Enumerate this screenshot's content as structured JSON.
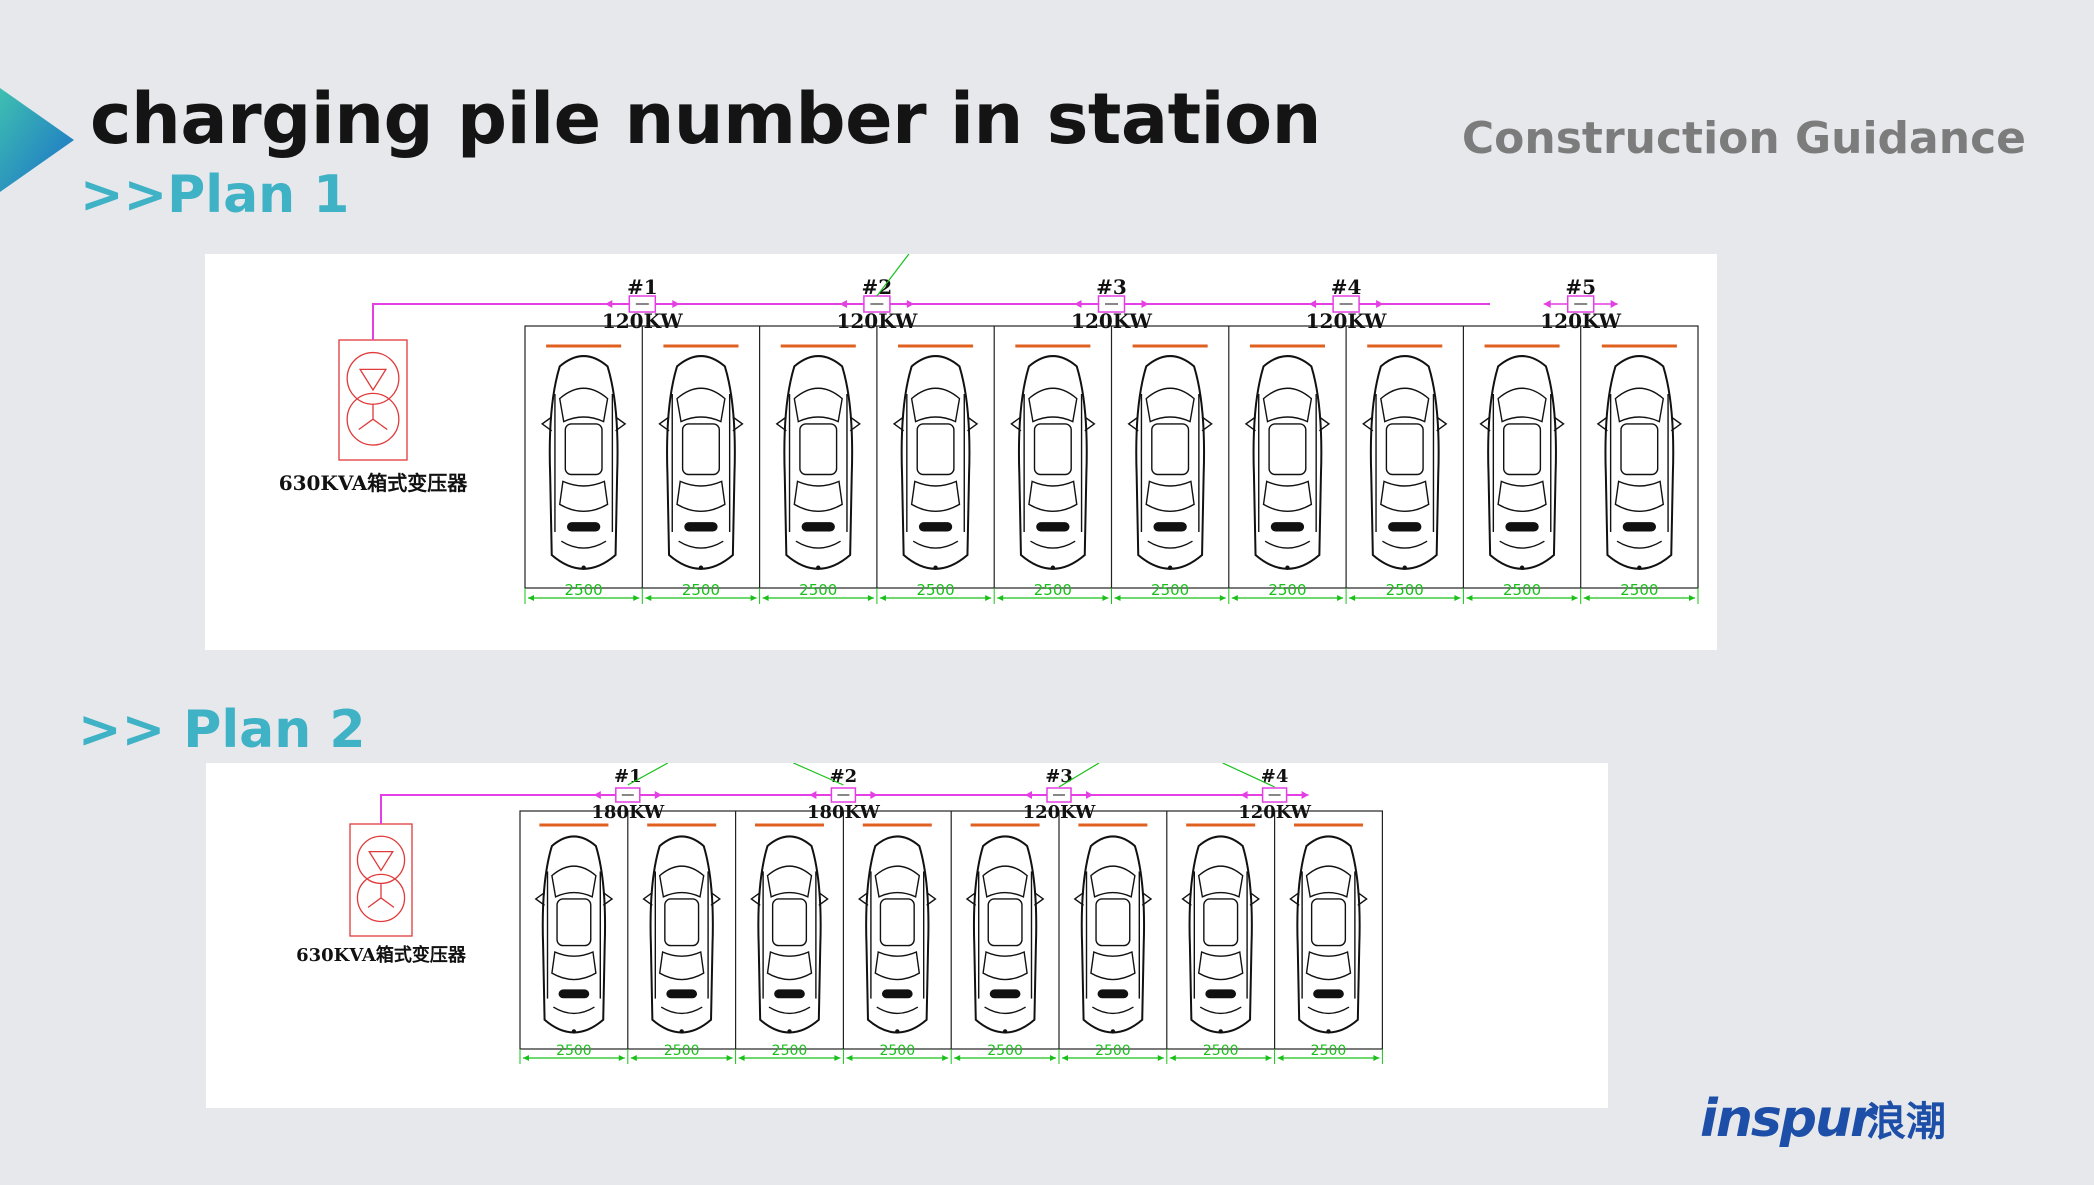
{
  "slide": {
    "title": "charging pile number in station",
    "subtitle": "Construction Guidance"
  },
  "colors": {
    "accent_teal": "#3fb2c6",
    "accent_blue": "#1a6fc9",
    "power_line": "#e43fe4",
    "dimension": "#19c019",
    "transformer": "#e03a3a",
    "car_marker": "#e06020",
    "logo": "#1d4fa8"
  },
  "plans": [
    {
      "label": ">>Plan 1",
      "transformer_label": "630KVA箱式变压器",
      "chargers": [
        {
          "id": "#1",
          "power": "120KW"
        },
        {
          "id": "#2",
          "power": "120KW"
        },
        {
          "id": "#3",
          "power": "120KW"
        },
        {
          "id": "#4",
          "power": "120KW"
        },
        {
          "id": "#5",
          "power": "120KW"
        }
      ],
      "spaces": [
        "2500",
        "2500",
        "2500",
        "2500",
        "2500",
        "2500",
        "2500",
        "2500",
        "2500",
        "2500"
      ]
    },
    {
      "label": ">> Plan 2",
      "transformer_label": "630KVA箱式变压器",
      "chargers": [
        {
          "id": "#1",
          "power": "180KW"
        },
        {
          "id": "#2",
          "power": "180KW"
        },
        {
          "id": "#3",
          "power": "120KW"
        },
        {
          "id": "#4",
          "power": "120KW"
        }
      ],
      "spaces": [
        "2500",
        "2500",
        "2500",
        "2500",
        "2500",
        "2500",
        "2500",
        "2500"
      ]
    }
  ],
  "logo": {
    "brand": "inspur",
    "brand_cn": "浪潮"
  }
}
